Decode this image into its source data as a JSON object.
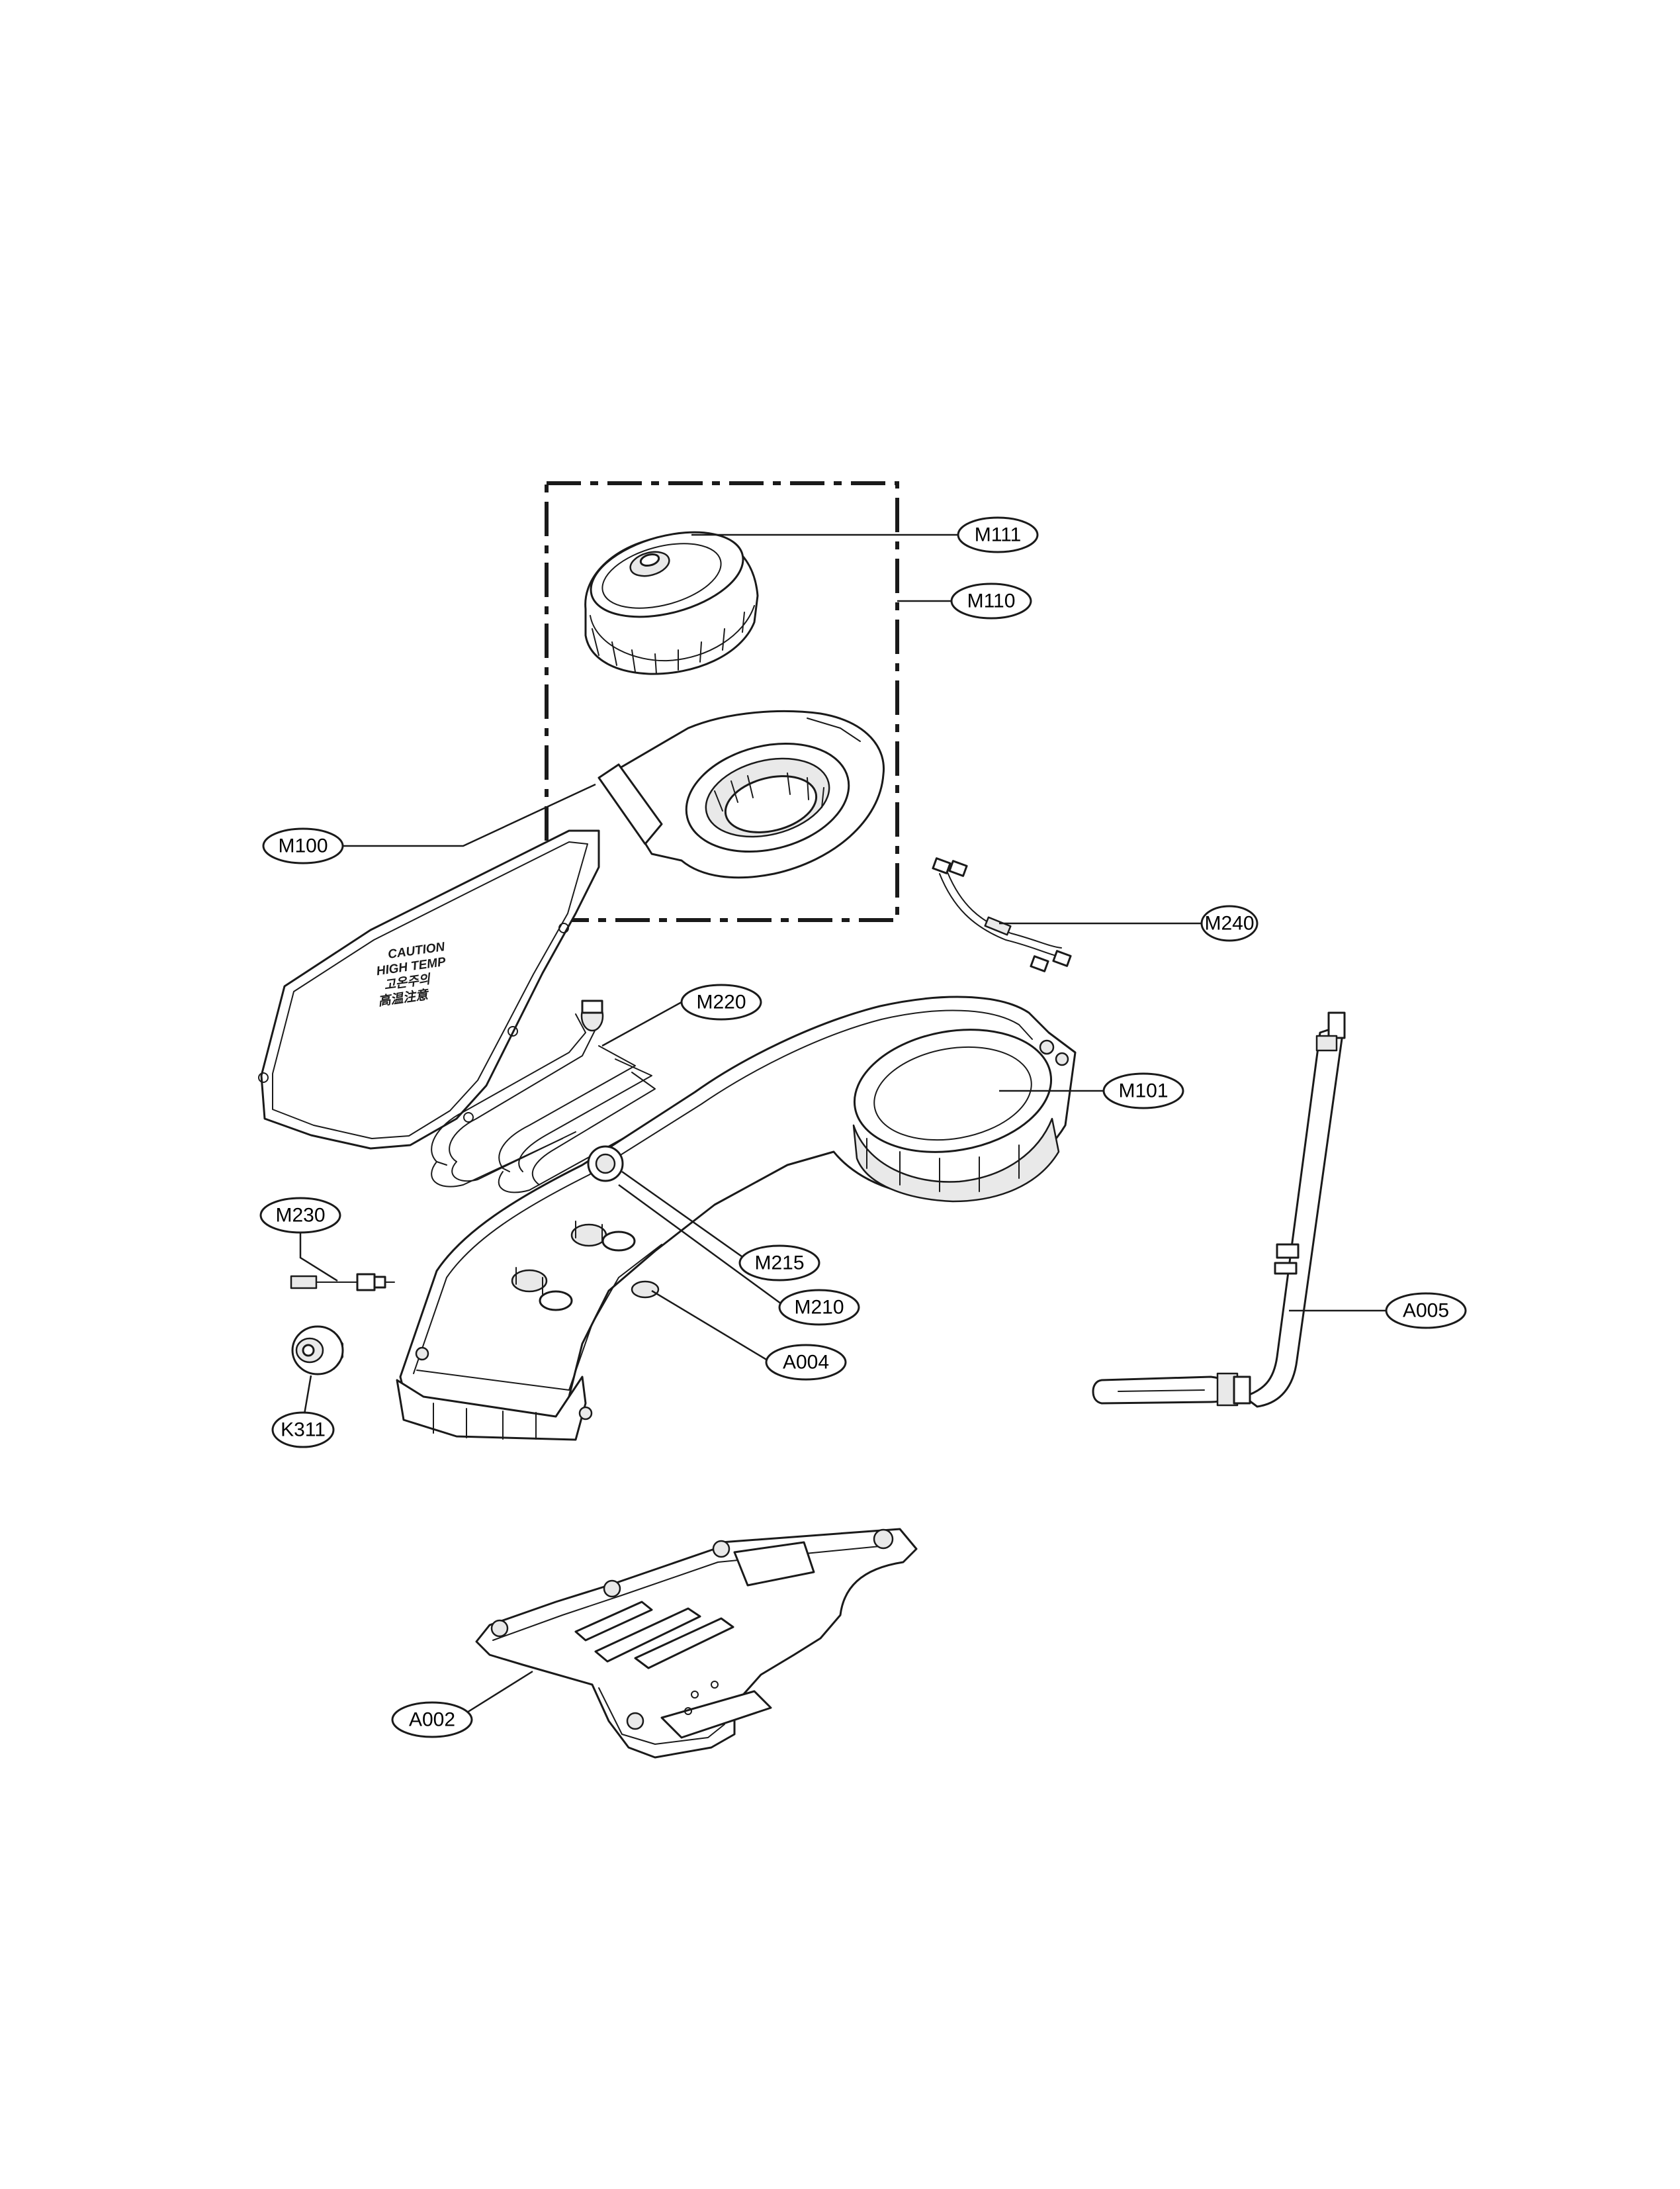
{
  "callouts": {
    "M111": "M111",
    "M110": "M110",
    "M100": "M100",
    "M240": "M240",
    "M220": "M220",
    "M101": "M101",
    "M230": "M230",
    "M215": "M215",
    "M210": "M210",
    "A005": "A005",
    "A004": "A004",
    "K311": "K311",
    "A002": "A002"
  },
  "warning_label": {
    "line1": "CAUTION",
    "line2": "HIGH TEMP",
    "line3": "고온주의",
    "line4": "高温注意"
  }
}
